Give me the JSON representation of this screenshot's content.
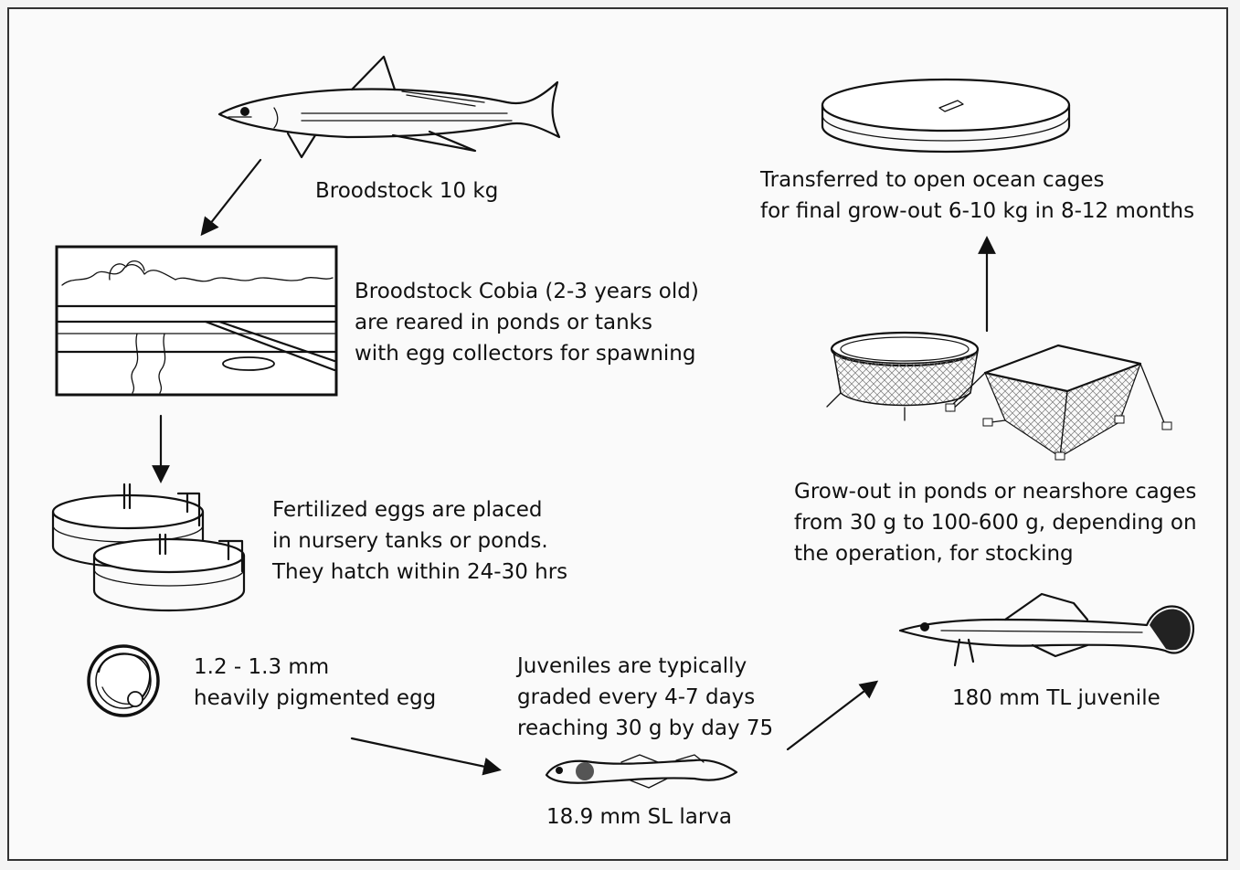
{
  "labels": {
    "broodstock": "Broodstock 10 kg",
    "pond_l1": "Broodstock Cobia (2-3 years old)",
    "pond_l2": "are reared in ponds or tanks",
    "pond_l3": "with egg collectors for spawning",
    "eggs_l1": "Fertilized eggs are placed",
    "eggs_l2": "in nursery tanks or ponds.",
    "eggs_l3": "They hatch within 24-30 hrs",
    "egg_l1": "1.2 - 1.3 mm",
    "egg_l2": "heavily pigmented egg",
    "juv_l1": "Juveniles are typically",
    "juv_l2": "graded every 4-7 days",
    "juv_l3": "reaching 30 g by day 75",
    "larva": "18.9 mm SL larva",
    "juvenile": "180 mm TL juvenile",
    "grow_l1": "Grow-out in ponds or nearshore cages",
    "grow_l2": "from 30 g to 100-600 g, depending on",
    "grow_l3": "the operation, for stocking",
    "ocean_l1": "Transferred to open ocean cages",
    "ocean_l2": "for final grow-out 6-10 kg in 8-12 months"
  },
  "icons": [
    "cobia-adult-icon",
    "pond-scene-icon",
    "nursery-tanks-icon",
    "egg-icon",
    "larva-icon",
    "juvenile-fish-icon",
    "nearshore-cages-icon",
    "ocean-cage-icon"
  ],
  "colors": {
    "ink": "#111111",
    "background": "#fafafa",
    "border": "#333333"
  }
}
